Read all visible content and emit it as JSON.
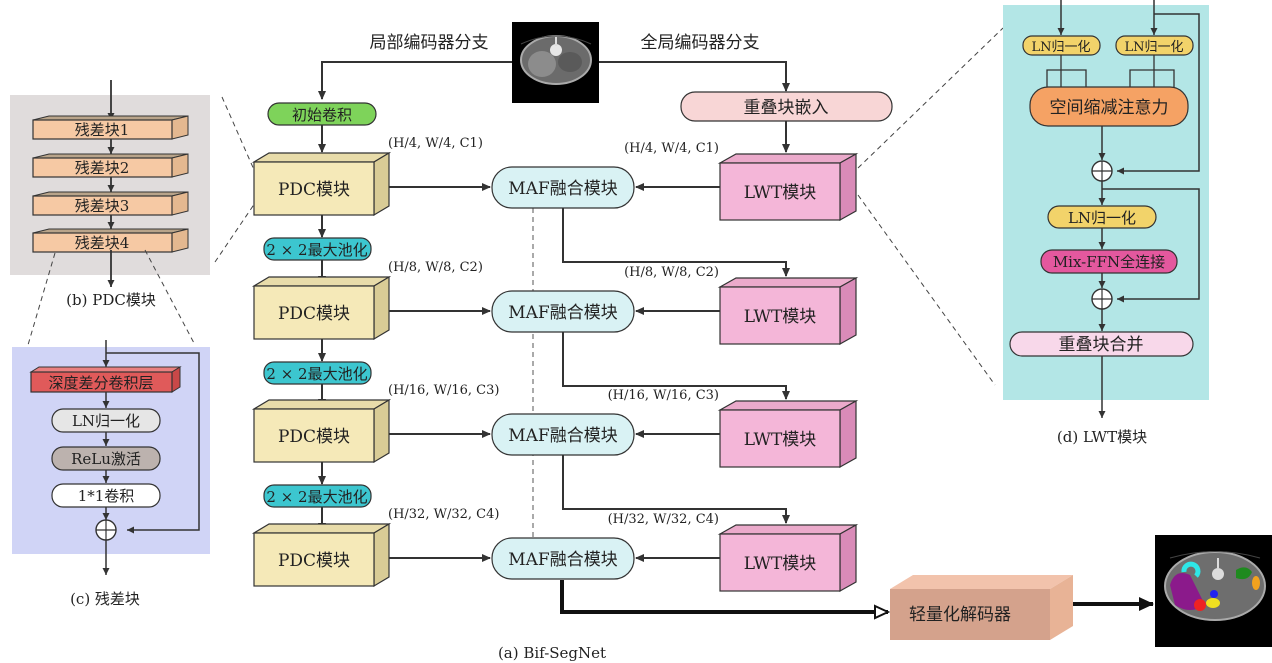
{
  "diagram": {
    "title": "Bif-SegNet architecture",
    "colors": {
      "pdc_front": "#f5e9b8",
      "pdc_side": "#d9cc96",
      "lwt_front": "#f4b6d8",
      "lwt_side": "#d98bb8",
      "maf_fill": "#d9f2f4",
      "init_conv": "#7ed35a",
      "pool": "#3cc6cf",
      "patch_embed": "#f8d6d6",
      "decoder": "#d4a28c",
      "panel_b_bg": "#e0dcdc",
      "panel_c_bg": "#d0d4f6",
      "panel_d_bg": "#b3e6e6",
      "resblock": "#f6c9a4",
      "depth_diff_conv": "#e05a5a",
      "ln_gray": "#e6e6e6",
      "relu": "#bcb2ae",
      "ln_yellow": "#f2d36a",
      "sra": "#f5a264",
      "mixffn": "#e4589e",
      "patch_merge": "#f8d8ea"
    },
    "main": {
      "caption": "(a) Bif-SegNet",
      "local_branch": "局部编码器分支",
      "global_branch": "全局编码器分支",
      "input_image": "abdominal-ct-input",
      "output_image": "segmentation-output",
      "init_conv": "初始卷积",
      "patch_embed": "重叠块嵌入",
      "decoder": "轻量化解码器",
      "pool": "2 × 2最大池化",
      "stages": [
        {
          "pdc": "PDC模块",
          "lwt": "LWT模块",
          "maf": "MAF融合模块",
          "dim_left": "(H/4, W/4, C1)",
          "dim_right": "(H/4, W/4, C1)"
        },
        {
          "pdc": "PDC模块",
          "lwt": "LWT模块",
          "maf": "MAF融合模块",
          "dim_left": "(H/8, W/8, C2)",
          "dim_right": "(H/8, W/8, C2)"
        },
        {
          "pdc": "PDC模块",
          "lwt": "LWT模块",
          "maf": "MAF融合模块",
          "dim_left": "(H/16, W/16, C3)",
          "dim_right": "(H/16, W/16, C3)"
        },
        {
          "pdc": "PDC模块",
          "lwt": "LWT模块",
          "maf": "MAF融合模块",
          "dim_left": "(H/32, W/32, C4)",
          "dim_right": "(H/32, W/32, C4)"
        }
      ]
    },
    "panel_b": {
      "caption": "(b) PDC模块",
      "blocks": [
        "残差块1",
        "残差块2",
        "残差块3",
        "残差块4"
      ]
    },
    "panel_c": {
      "caption": "(c) 残差块",
      "depth_diff_conv": "深度差分卷积层",
      "ln": "LN归一化",
      "relu": "ReLu激活",
      "conv1x1": "1*1卷积"
    },
    "panel_d": {
      "caption": "(d) LWT模块",
      "ln_left": "LN归一化",
      "ln_right": "LN归一化",
      "sra": "空间缩减注意力",
      "ln_mid": "LN归一化",
      "mixffn": "Mix-FFN全连接",
      "patch_merge": "重叠块合并"
    }
  }
}
